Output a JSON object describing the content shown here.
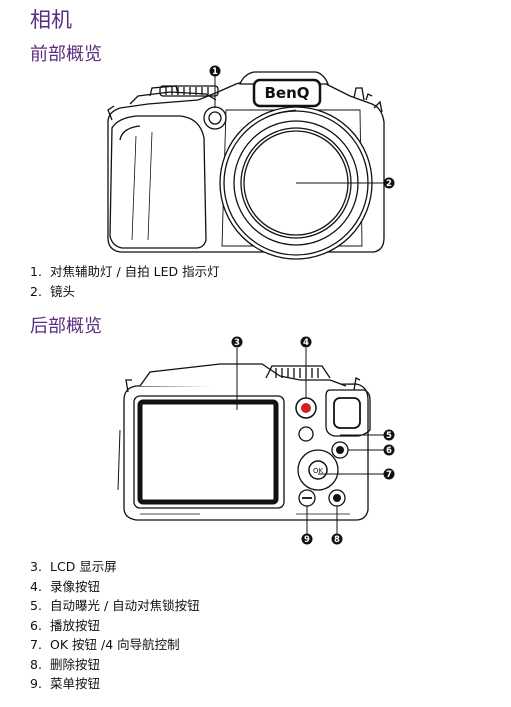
{
  "section_title": "相机",
  "front": {
    "title": "前部概览",
    "brand": "BenQ",
    "callouts": [
      "1",
      "2"
    ],
    "items": [
      {
        "num": "1.",
        "label": "对焦辅助灯 / 自拍 LED 指示灯"
      },
      {
        "num": "2.",
        "label": "镜头"
      }
    ]
  },
  "rear": {
    "title": "后部概览",
    "ok_label": "OK",
    "callouts": [
      "3",
      "4",
      "5",
      "6",
      "7",
      "8",
      "9"
    ],
    "items": [
      {
        "num": "3.",
        "label": "LCD 显示屏"
      },
      {
        "num": "4.",
        "label": "录像按钮"
      },
      {
        "num": "5.",
        "label": "自动曝光 / 自动对焦锁按钮"
      },
      {
        "num": "6.",
        "label": "播放按钮"
      },
      {
        "num": "7.",
        "label": "OK 按钮 /4 向导航控制"
      },
      {
        "num": "8.",
        "label": "删除按钮"
      },
      {
        "num": "9.",
        "label": "菜单按钮"
      }
    ]
  },
  "colors": {
    "heading": "#5b2d82",
    "record_button": "#d42020",
    "badge": "#111111"
  },
  "icons": [
    "camera-front-illustration",
    "camera-rear-illustration"
  ]
}
